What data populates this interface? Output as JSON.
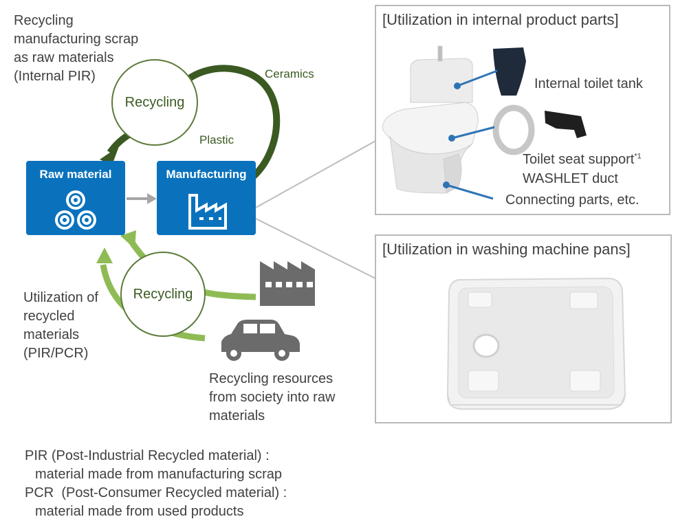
{
  "top_left_text": [
    "Recycling",
    "manufacturing scrap",
    "as raw materials",
    "(Internal PIR)"
  ],
  "boxes": {
    "raw_material": "Raw material",
    "manufacturing": "Manufacturing"
  },
  "circles": {
    "top": "Recycling",
    "bottom": "Recycling"
  },
  "loop_labels": {
    "ceramics": "Ceramics",
    "plastic": "Plastic"
  },
  "left_text": [
    "Utilization of",
    "recycled",
    "materials",
    "(PIR/PCR)"
  ],
  "society_text": [
    "Recycling resources",
    "from society into raw",
    "materials"
  ],
  "panel_internal": {
    "title": "[Utilization in internal product parts]",
    "labels": [
      "Internal toilet tank",
      "Toilet seat support",
      "WASHLET duct",
      "Connecting parts, etc."
    ],
    "footnote_mark": "*1"
  },
  "panel_washing": {
    "title": "[Utilization in washing machine pans]"
  },
  "definitions": [
    "PIR (Post-Industrial Recycled material) :",
    "material made from manufacturing scrap",
    "PCR  (Post-Consumer Recycled material) :",
    "material made from used products"
  ],
  "colors": {
    "box_blue": "#0a72bd",
    "dark_green": "#3b5a22",
    "light_green": "#8fbb55",
    "connector_blue": "#2e74b5",
    "gray": "#7a7a7a"
  }
}
